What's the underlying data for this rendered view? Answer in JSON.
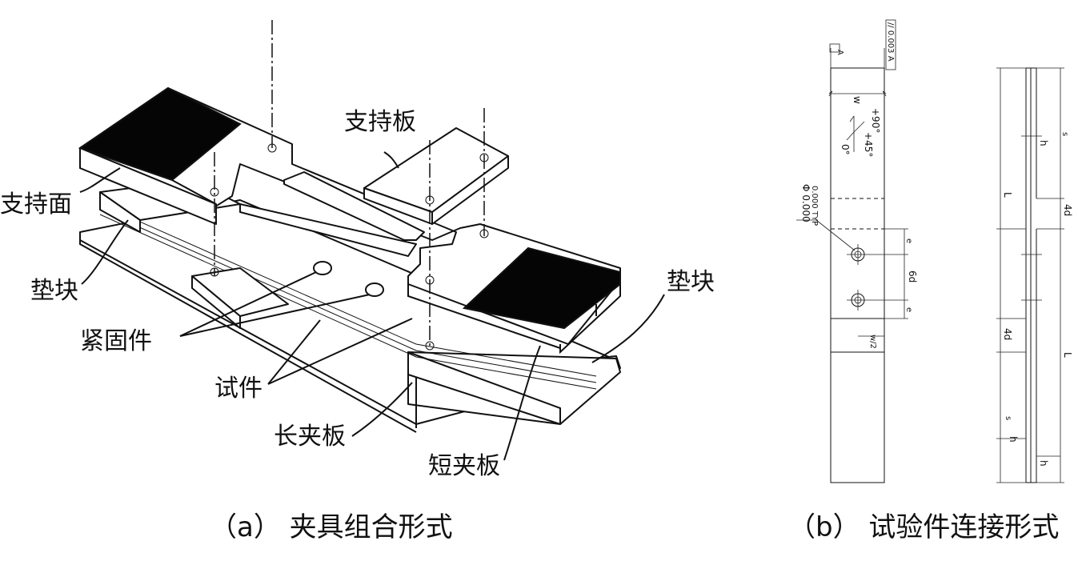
{
  "left_diagram": {
    "labels": {
      "support_plate": "支持板",
      "support_surface": "支持面",
      "pad_left": "垫块",
      "pad_right": "垫块",
      "fastener": "紧固件",
      "specimen": "试件",
      "long_clamp": "长夹板",
      "short_clamp": "短夹板"
    },
    "caption": "（a） 夹具组合形式"
  },
  "right_diagram": {
    "annotations": {
      "datum": "A",
      "parallel": "// 0.003 A",
      "w": "w",
      "deg90": "+90°",
      "deg45": "+45°",
      "deg0": "0°",
      "hole_dia": "Φ 0.000",
      "hole_tol": "0.000 TYP",
      "e_top": "e",
      "six_d": "6d",
      "e_bot": "e",
      "w_half": "w/2",
      "L_top": "L",
      "s_top": "s",
      "h_top": "h",
      "fourd_top": "4d",
      "fourd_bot": "4d",
      "L_bot": "L",
      "s_bot": "s",
      "h_bot1": "h",
      "h_bot2": "h"
    },
    "caption": "（b） 试验件连接形式"
  }
}
